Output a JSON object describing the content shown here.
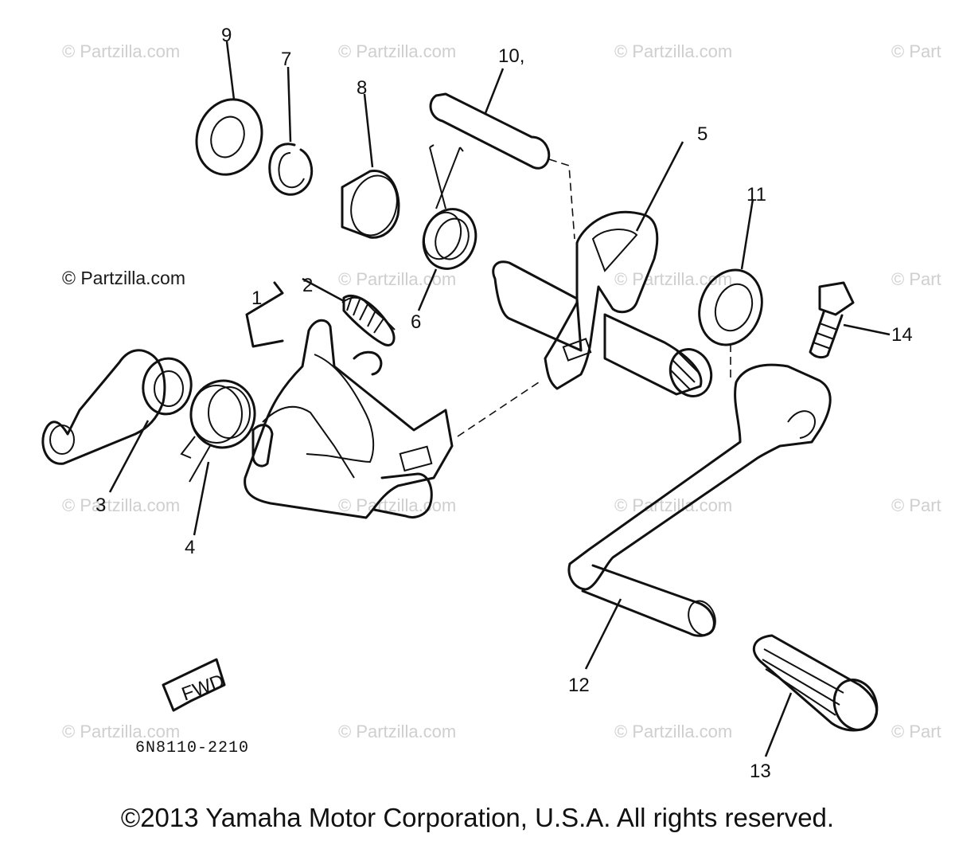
{
  "watermark": "© Partzilla.com",
  "watermark_partial": "© Part",
  "callouts": {
    "p1": "1",
    "p2": "2",
    "p3": "3",
    "p4": "4",
    "p5": "5",
    "p6": "6",
    "p7": "7",
    "p8": "8",
    "p9": "9",
    "p10": "10,",
    "p11": "11",
    "p12": "12",
    "p13": "13",
    "p14": "14"
  },
  "diagram_code": "6N8110-2210",
  "fwd_label": "FWD",
  "copyright": "©2013 Yamaha Motor Corporation, U.S.A. All rights reserved."
}
